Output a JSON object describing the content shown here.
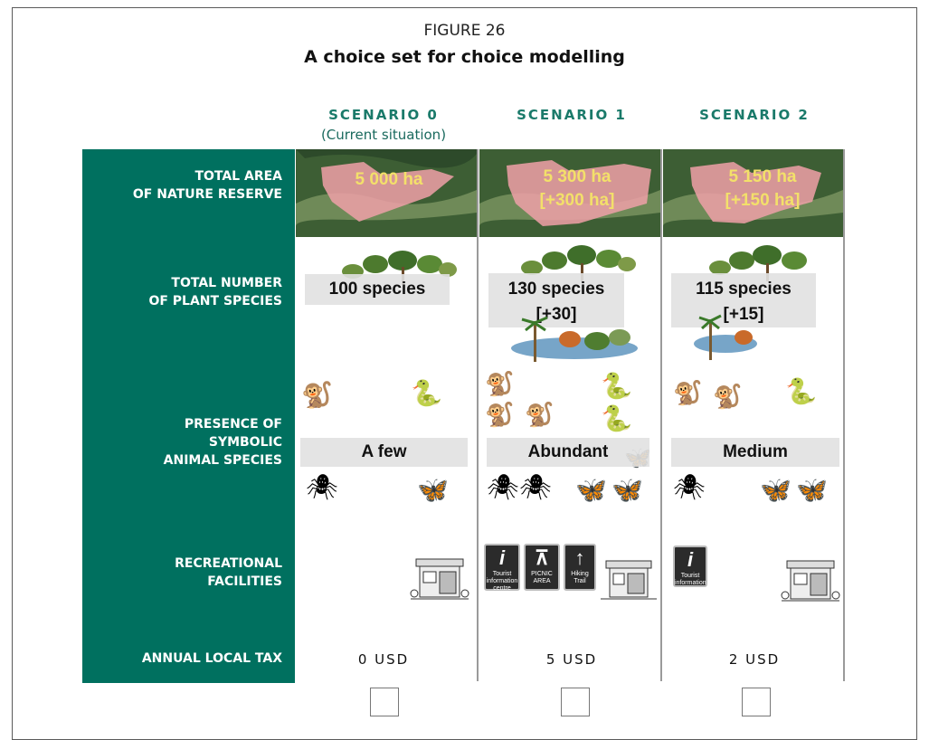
{
  "figure": {
    "label": "FIGURE 26",
    "title": "A choice set for choice modelling"
  },
  "attributes": [
    {
      "label_line1": "TOTAL AREA",
      "label_line2": "OF NATURE RESERVE"
    },
    {
      "label_line1": "TOTAL NUMBER",
      "label_line2": "OF PLANT SPECIES"
    },
    {
      "label_line1": "PRESENCE OF",
      "label_line2": "SYMBOLIC",
      "label_line3": "ANIMAL SPECIES"
    },
    {
      "label_line1": "RECREATIONAL",
      "label_line2": "FACILITIES"
    },
    {
      "label_line1": "ANNUAL LOCAL TAX"
    }
  ],
  "scenarios": [
    {
      "name": "SCENARIO 0",
      "subtitle": "(Current situation)",
      "area_line1": "5 000 ha",
      "area_line2": "",
      "plants_line1": "100 species",
      "plants_line2": "",
      "animals": "A few",
      "tax": "0 USD",
      "facilities": [
        "kiosk"
      ]
    },
    {
      "name": "SCENARIO 1",
      "subtitle": "",
      "area_line1": "5 300 ha",
      "area_line2": "[+300 ha]",
      "plants_line1": "130 species",
      "plants_line2": "[+30]",
      "animals": "Abundant",
      "tax": "5 USD",
      "facilities": [
        "tourist-information",
        "picnic-area",
        "hiking-trail",
        "kiosk"
      ]
    },
    {
      "name": "SCENARIO 2",
      "subtitle": "",
      "area_line1": "5 150 ha",
      "area_line2": "[+150 ha]",
      "plants_line1": "115 species",
      "plants_line2": "[+15]",
      "animals": "Medium",
      "tax": "2 USD",
      "facilities": [
        "tourist-information",
        "kiosk"
      ]
    }
  ],
  "signs": {
    "info_glyph": "i",
    "info_text": "Tourist information centre",
    "picnic_glyph": "⊼",
    "picnic_text": "PICNIC AREA",
    "hiking_glyph": "↑",
    "hiking_text": "Hiking Trail"
  },
  "colors": {
    "sidebar": "#00705f",
    "scenario_heading": "#1a7a6a",
    "area_text": "#f3e06a",
    "reserve_fill": "#f0a0a8"
  }
}
